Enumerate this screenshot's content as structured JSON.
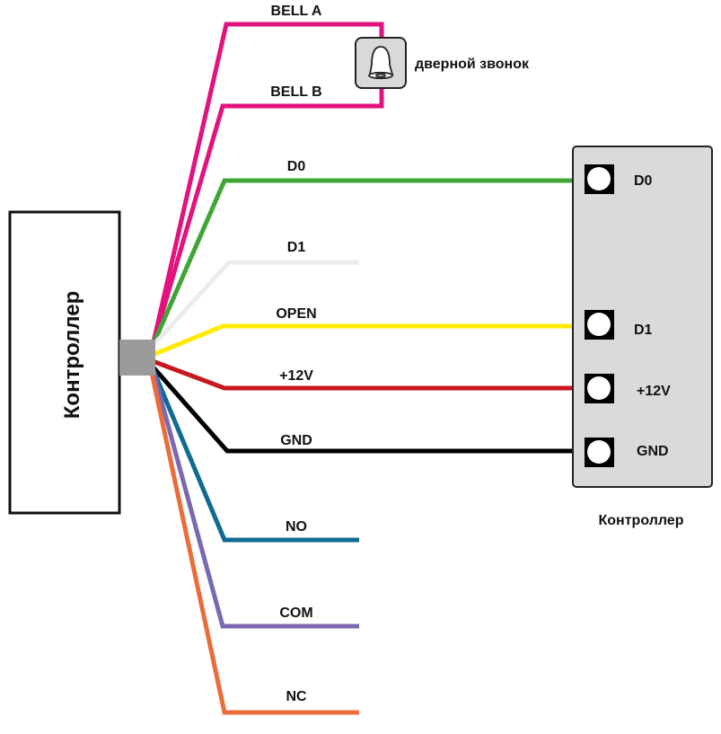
{
  "left_controller": {
    "label": "Контроллер"
  },
  "right_controller": {
    "label": "Контроллер",
    "terminals": [
      {
        "id": "d0",
        "label": "D0",
        "wire": "D0"
      },
      {
        "id": "d1",
        "label": "D1",
        "wire": "OPEN"
      },
      {
        "id": "p12v",
        "label": "+12V",
        "wire": "+12V"
      },
      {
        "id": "gnd",
        "label": "GND",
        "wire": "GND"
      }
    ]
  },
  "doorbell": {
    "label": "дверной звонок",
    "icon": "bell-icon"
  },
  "wires": [
    {
      "id": "bell-a",
      "label": "BELL A",
      "color": "#e2127e",
      "connects_to": "doorbell"
    },
    {
      "id": "bell-b",
      "label": "BELL B",
      "color": "#e2127e",
      "connects_to": "doorbell"
    },
    {
      "id": "d0",
      "label": "D0",
      "color": "#3fa535",
      "connects_to": "right_controller.D0"
    },
    {
      "id": "d1",
      "label": "D1",
      "color": "#ececec",
      "connects_to": ""
    },
    {
      "id": "open",
      "label": "OPEN",
      "color": "#ffea00",
      "connects_to": "right_controller.D1"
    },
    {
      "id": "p12v",
      "label": "+12V",
      "color": "#c8171e",
      "connects_to": "right_controller.+12V"
    },
    {
      "id": "gnd",
      "label": "GND",
      "color": "#000000",
      "connects_to": "right_controller.GND"
    },
    {
      "id": "no",
      "label": "NO",
      "color": "#0f6b8f",
      "connects_to": ""
    },
    {
      "id": "com",
      "label": "COM",
      "color": "#7b68b0",
      "connects_to": ""
    },
    {
      "id": "nc",
      "label": "NC",
      "color": "#ea6c3a",
      "connects_to": ""
    }
  ],
  "colors": {
    "connector": "#9b9b9b",
    "panel_fill": "#dadada",
    "panel_stroke": "#222222"
  }
}
